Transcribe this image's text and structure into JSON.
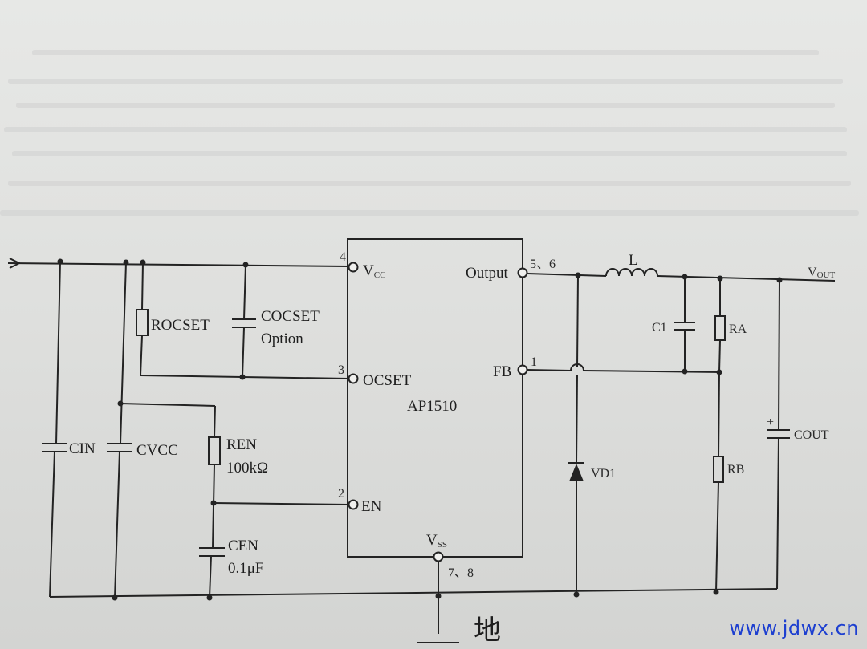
{
  "labels": {
    "chip_name": "AP1510",
    "vcc_pin": "V",
    "vcc_sub": "CC",
    "output_pin": "Output",
    "ocset_pin": "OCSET",
    "fb_pin": "FB",
    "en_pin": "EN",
    "vss_pin": "V",
    "vss_sub": "SS",
    "pin_vcc_num": "4",
    "pin_output_num": "5、6",
    "pin_ocset_num": "3",
    "pin_fb_num": "1",
    "pin_en_num": "2",
    "pin_vss_num": "7、8",
    "rocset": "ROCSET",
    "cocset": "COCSET",
    "cocset_note": "Option",
    "cin": "CIN",
    "cvcc": "CVCC",
    "ren": "REN",
    "ren_value": "100kΩ",
    "cen": "CEN",
    "cen_value": "0.1μF",
    "inductor": "L",
    "c1": "C1",
    "ra": "RA",
    "rb": "RB",
    "cout": "COUT",
    "cout_polarity": "+",
    "diode": "VD1",
    "vout": "V",
    "vout_sub": "OUT",
    "ground": "地"
  },
  "watermark": "www.jdwx.cn"
}
